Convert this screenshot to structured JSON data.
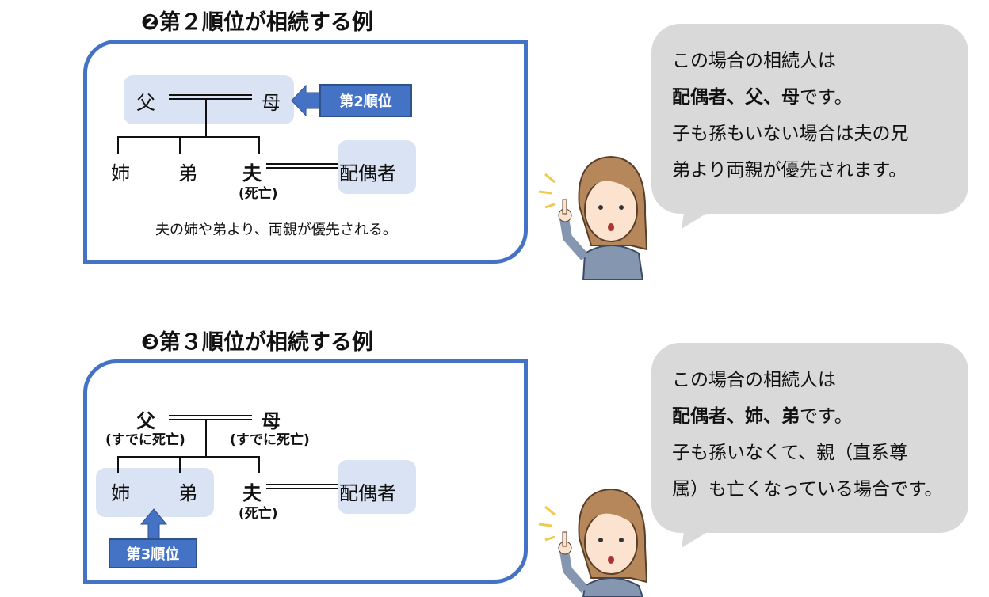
{
  "sections": [
    {
      "title": "❷第２順位が相続する例",
      "father": "父",
      "mother": "母",
      "sister": "姉",
      "brother": "弟",
      "husband": "夫",
      "husband_note": "(死亡)",
      "spouse": "配偶者",
      "rank_tag": "第2順位",
      "caption": "夫の姉や弟より、両親が優先される。",
      "bubble": {
        "line1": "この場合の相続人は",
        "line2_bold": "配偶者、父、母",
        "line2_rest": "です。",
        "line3": "子も孫もいない場合は夫の兄",
        "line4": "弟より両親が優先されます。"
      }
    },
    {
      "title": "❸第３順位が相続する例",
      "father": "父",
      "mother": "母",
      "father_note": "(すでに死亡)",
      "mother_note": "(すでに死亡)",
      "sister": "姉",
      "brother": "弟",
      "husband": "夫",
      "husband_note": "(死亡)",
      "spouse": "配偶者",
      "rank_tag": "第3順位",
      "bubble": {
        "line1": "この場合の相続人は",
        "line2_bold": "配偶者、姉、弟",
        "line2_rest": "です。",
        "line3": "子も孫いなくて、親（直系尊",
        "line4": "属）も亡くなっている場合です。"
      }
    }
  ],
  "colors": {
    "accent": "#4472C4",
    "highlight": "#DAE3F3",
    "bubble": "#D9D9D9"
  }
}
